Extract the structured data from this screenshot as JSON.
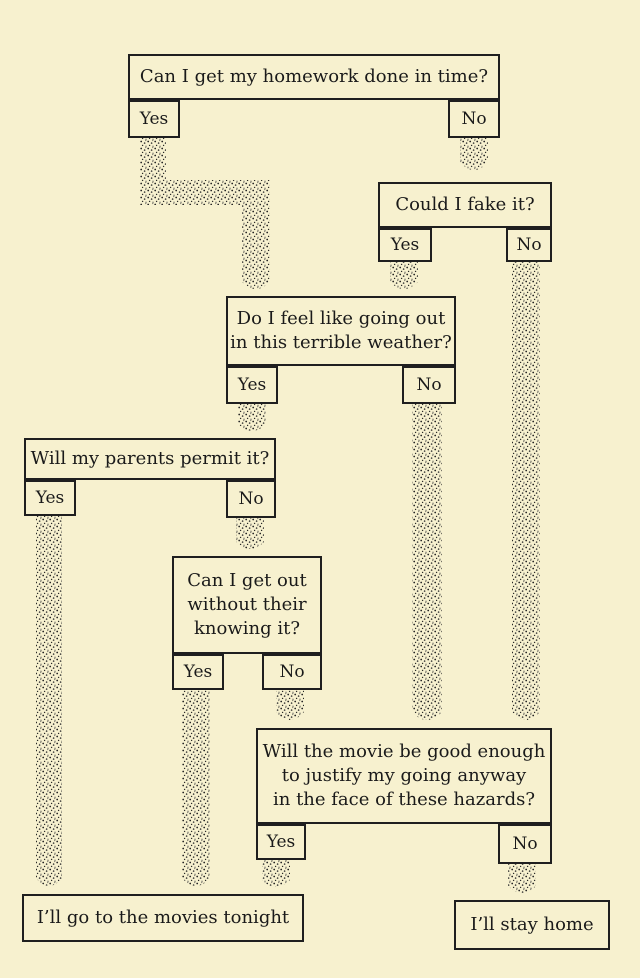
{
  "questions": {
    "homework": "Can I get my homework done in time?",
    "fake": "Could I fake it?",
    "weather": "Do I feel like going out\nin this terrible weather?",
    "parents": "Will my parents permit it?",
    "sneak": "Can I get out\nwithout their\nknowing  it?",
    "movie": "Will the movie be good enough\nto justify my going anyway\nin the face of these hazards?"
  },
  "answers": {
    "yes": "Yes",
    "no": "No"
  },
  "outcomes": {
    "go": "I’ll go to the movies tonight",
    "stay": "I’ll stay home"
  },
  "colors": {
    "background": "#f7f1cf",
    "ink": "#1f1f1f"
  }
}
